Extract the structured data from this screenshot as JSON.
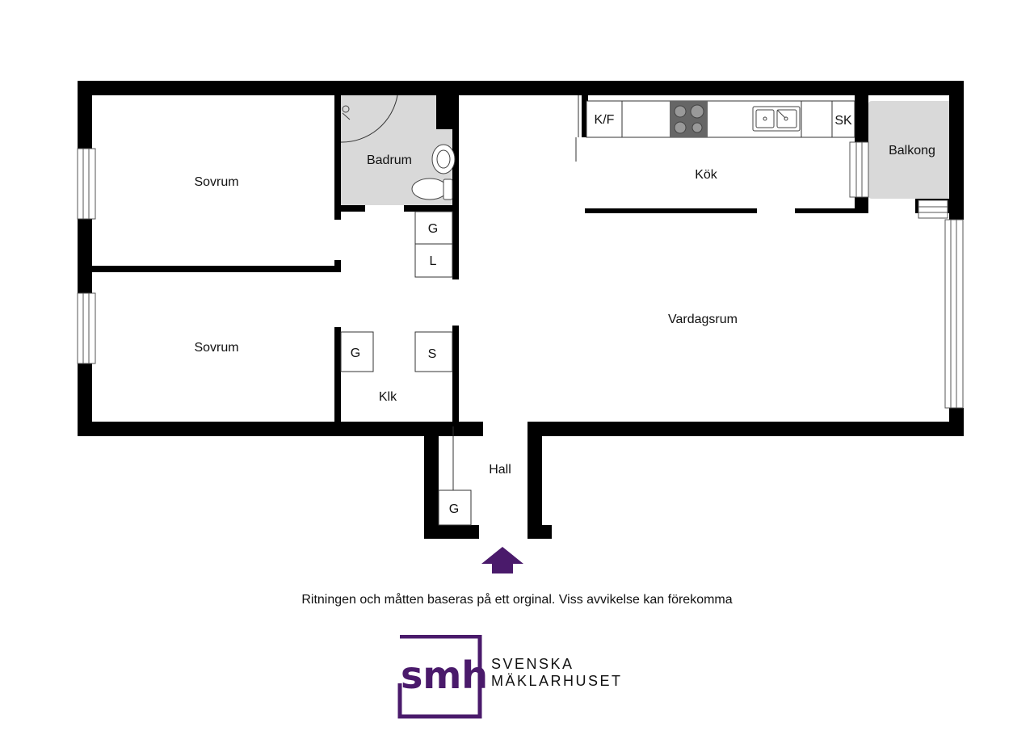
{
  "rooms": {
    "sovrum_1": "Sovrum",
    "sovrum_2": "Sovrum",
    "badrum": "Badrum",
    "kok": "Kök",
    "balkong": "Balkong",
    "vardagsrum": "Vardagsrum",
    "klk": "Klk",
    "hall": "Hall"
  },
  "units": {
    "kf": "K/F",
    "sk": "SK",
    "g_upper": "G",
    "l_upper": "L",
    "g_klk": "G",
    "s_klk": "S",
    "g_hall": "G"
  },
  "disclaimer": "Ritningen och måtten baseras på ett orginal. Viss avvikelse kan förekomma",
  "brand": {
    "mark": "smh",
    "line1": "SVENSKA",
    "line2": "MÄKLARHUSET",
    "color": "#4a1a6b"
  },
  "colors": {
    "wall": "#000000",
    "wet_area": "#d9d9d9",
    "entrance_arrow": "#4a1a6b"
  }
}
